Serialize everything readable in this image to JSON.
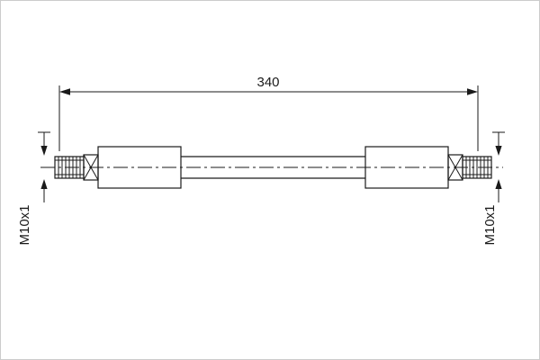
{
  "page": {
    "background_color": "#ffffff",
    "border_color": "#cccccc"
  },
  "drawing": {
    "type": "technical-drawing",
    "subject": "hose assembly with threaded end fittings",
    "line_color": "#1a1a1a",
    "labels": {
      "overall_length": "340",
      "left_thread": "M10x1",
      "right_thread": "M10x1"
    }
  }
}
